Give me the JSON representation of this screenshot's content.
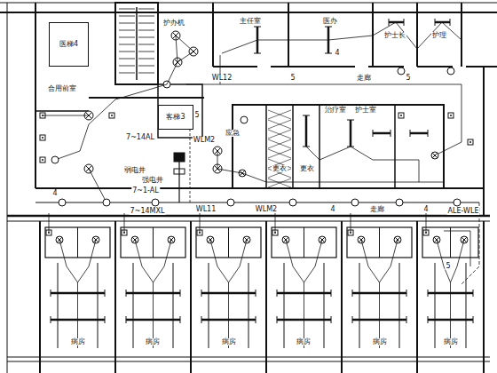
{
  "diagram": {
    "nodes": [
      {
        "text": [
          "医梯4"
        ]
      },
      {
        "text": [
          "客梯3"
        ]
      }
    ],
    "labels": [
      "护办机",
      "主任室",
      "医办",
      "护士长",
      "护理",
      "WL12",
      "4",
      "5",
      "走廊",
      "5",
      "合用前室",
      "7~14AL",
      "强电井",
      "弱电井",
      "7~1-AL",
      "7~14MXL",
      "WLM2",
      "WL11",
      "WLM2",
      "4",
      "走廊",
      "4",
      "4",
      "5",
      "应急",
      "更衣",
      "更衣",
      "治疗室",
      "护士室",
      "ALE-WLE",
      "5",
      "病房",
      "病房",
      "病房",
      "病房",
      "病房",
      "病房"
    ]
  }
}
